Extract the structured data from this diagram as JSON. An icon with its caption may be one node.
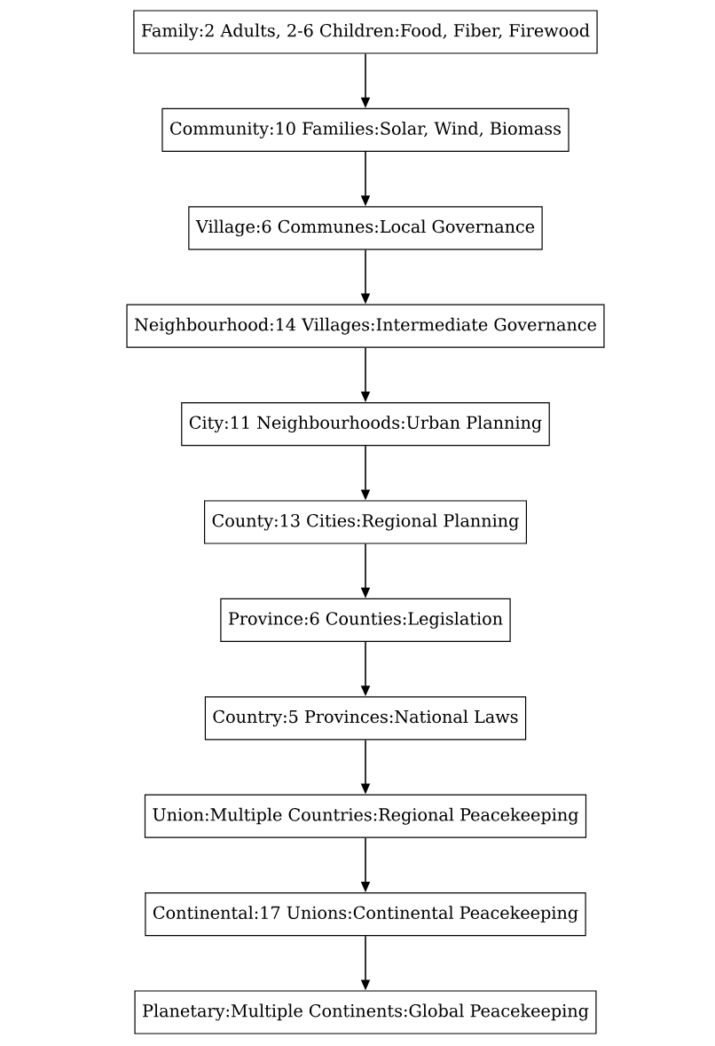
{
  "diagram": {
    "nodes": [
      {
        "text": [
          "Family:2 Adults, 2-6 Children:Food, Fiber, Firewood"
        ]
      },
      {
        "text": [
          "Community:10 Families:Solar, Wind, Biomass"
        ]
      },
      {
        "text": [
          "Village:6 Communes:Local Governance"
        ]
      },
      {
        "text": [
          "Neighbourhood:14 Villages:Intermediate Governance"
        ]
      },
      {
        "text": [
          "City:11 Neighbourhoods:Urban Planning"
        ]
      },
      {
        "text": [
          "County:13 Cities:Regional Planning"
        ]
      },
      {
        "text": [
          "Province:6 Counties:Legislation"
        ]
      },
      {
        "text": [
          "Country:5 Provinces:National Laws"
        ]
      },
      {
        "text": [
          "Union:Multiple Countries:Regional Peacekeeping"
        ]
      },
      {
        "text": [
          "Continental:17 Unions:Continental Peacekeeping"
        ]
      },
      {
        "text": [
          "Planetary:Multiple Continents:Global Peacekeeping"
        ]
      }
    ],
    "edges": [
      {
        "from": 0,
        "to": 1,
        "arrow": "to"
      },
      {
        "from": 1,
        "to": 2,
        "arrow": "to"
      },
      {
        "from": 2,
        "to": 3,
        "arrow": "to"
      },
      {
        "from": 3,
        "to": 4,
        "arrow": "to"
      },
      {
        "from": 4,
        "to": 5,
        "arrow": "to"
      },
      {
        "from": 5,
        "to": 6,
        "arrow": "to"
      },
      {
        "from": 6,
        "to": 7,
        "arrow": "to"
      },
      {
        "from": 7,
        "to": 8,
        "arrow": "to"
      },
      {
        "from": 8,
        "to": 9,
        "arrow": "to"
      },
      {
        "from": 9,
        "to": 10,
        "arrow": "to"
      }
    ]
  }
}
